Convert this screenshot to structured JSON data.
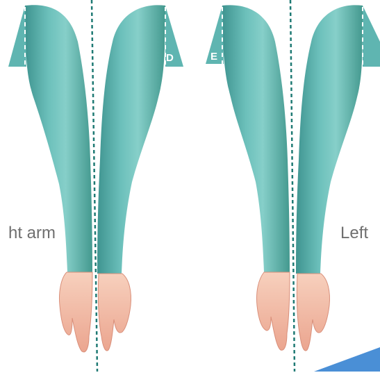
{
  "labels": {
    "right_arm": "ht arm",
    "left": "Left"
  },
  "markers": {
    "d": "D",
    "e": "E"
  },
  "colors": {
    "sleeve": "#5fb5b1",
    "sleeve_dark": "#3f9490",
    "sleeve_light": "#86cfc9",
    "skin": "#f4c0a9",
    "skin_shade": "#d98f7a",
    "centerline": "#1f7a74",
    "accent_corner": "#4a8fd6",
    "label_text": "#6f6f6f"
  }
}
